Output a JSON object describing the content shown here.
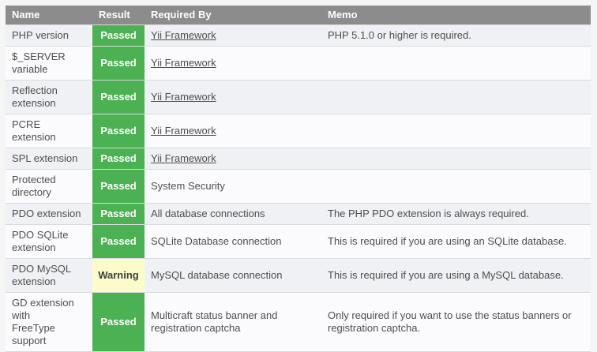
{
  "table": {
    "headers": {
      "name": "Name",
      "result": "Result",
      "required_by": "Required By",
      "memo": "Memo"
    },
    "colors": {
      "header_bg": "#8c8c8c",
      "header_text": "#ffffff",
      "passed_bg": "#4bb152",
      "passed_text": "#ffffff",
      "warning_bg": "#fbfcc9",
      "warning_text": "#3f3f3f",
      "row_shaded_bg": "#f0f1f4",
      "row_plain_bg": "#fbfbfd",
      "border": "#d9dbde",
      "body_text": "#4e4e4e",
      "page_bg": "#f5f5f6"
    },
    "rows": [
      {
        "name": "PHP version",
        "result": "Passed",
        "status": "passed",
        "required_by": "Yii Framework",
        "memo": "PHP 5.1.0 or higher is required."
      },
      {
        "name": "$_SERVER\nvariable",
        "result": "Passed",
        "status": "passed",
        "required_by": "Yii Framework",
        "memo": ""
      },
      {
        "name": "Reflection\nextension",
        "result": "Passed",
        "status": "passed",
        "required_by": "Yii Framework",
        "memo": ""
      },
      {
        "name": "PCRE extension",
        "result": "Passed",
        "status": "passed",
        "required_by": "Yii Framework",
        "memo": ""
      },
      {
        "name": "SPL extension",
        "result": "Passed",
        "status": "passed",
        "required_by": "Yii Framework",
        "memo": ""
      },
      {
        "name": "Protected\ndirectory",
        "result": "Passed",
        "status": "passed",
        "required_by": "System Security",
        "memo": ""
      },
      {
        "name": "PDO extension",
        "result": "Passed",
        "status": "passed",
        "required_by": "All database connections",
        "memo": "The PHP PDO extension is always required."
      },
      {
        "name": "PDO SQLite\nextension",
        "result": "Passed",
        "status": "passed",
        "required_by": "SQLite Database connection",
        "memo": "This is required if you are using an SQLite database."
      },
      {
        "name": "PDO MySQL\nextension",
        "result": "Warning",
        "status": "warning",
        "required_by": "MySQL database connection",
        "memo": "This is required if you are using a MySQL database."
      },
      {
        "name": "GD extension\nwith\nFreeType\nsupport",
        "result": "Passed",
        "status": "passed",
        "required_by": "Multicraft status banner and\nregistration captcha",
        "memo": "Only required if you want to use the status banners or\nregistration captcha."
      }
    ]
  }
}
